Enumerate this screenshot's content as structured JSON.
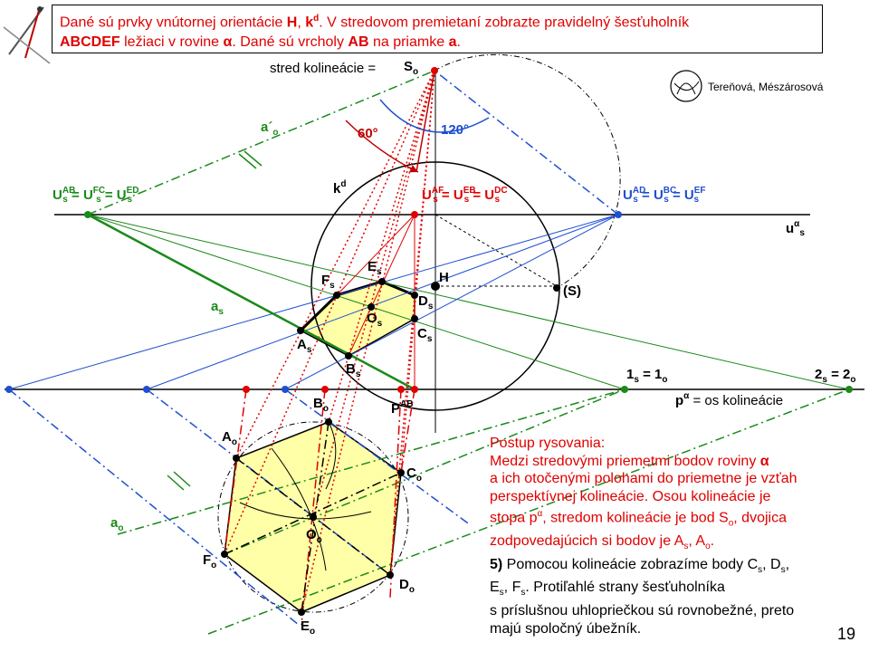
{
  "task": {
    "line1_a": "Dané sú prvky vnútornej orientácie ",
    "line1_H": "H",
    "line1_sep": ", ",
    "line1_kd": "k",
    "line1_kd_sup": "d",
    "line1_b": ". V stredovom premietaní zobrazte pravidelný šesťuholník",
    "line2_name": "ABCDEF",
    "line2_a": " ležiaci v rovine ",
    "line2_alpha": "α",
    "line2_b": ". Dané sú vrcholy ",
    "line2_AB": "AB",
    "line2_c": " na priamke ",
    "line2_a_line": "a",
    "line2_end": "."
  },
  "authors": "Tereňová,  Mészárosová",
  "labels": {
    "center_prefix": "stred kolineácie = ",
    "So": "S",
    "So_sub": "o",
    "angle60": "60°",
    "angle120": "120°",
    "a_prime_o": "a´",
    "a_prime_o_sub": "o",
    "kd": "k",
    "kd_sup": "d",
    "H": "H",
    "S_paren": "(S)",
    "u_alpha_s": "u",
    "u_alpha_s_sup": "α",
    "u_alpha_s_sub": "s",
    "U_left": "U",
    "U_left_sup": "AB",
    "U_left_sub": "s",
    "U_left_eq1": " = U",
    "U_left_sup2": "FC",
    "U_left_sub2": "s",
    "U_left_eq2": " = U",
    "U_left_sup3": "ED",
    "U_left_sub3": "s",
    "U_mid": "U",
    "U_mid_sup": "AF",
    "U_mid_sub": "s",
    "U_mid_eq1": " = U",
    "U_mid_sup2": "EB",
    "U_mid_sub2": "s",
    "U_mid_eq2": " = U",
    "U_mid_sup3": "DC",
    "U_mid_sub3": "s",
    "U_right": "U",
    "U_right_sup": "AD",
    "U_right_sub": "s",
    "U_right_eq1": " = U",
    "U_right_sup2": "BC",
    "U_right_sub2": "s",
    "U_right_eq2": " = U",
    "U_right_sup3": "EF",
    "U_right_sub3": "s",
    "As": "A",
    "Bs": "B",
    "Cs": "C",
    "Ds": "D",
    "Es": "E",
    "Fs": "F",
    "Os": "O",
    "s": "s",
    "a_s": "a",
    "one_s": "1",
    "one_eq": " = 1",
    "o": "o",
    "two_s": "2",
    "two_eq": " = 2",
    "P_AB": "P",
    "P_AB_sup": "AB",
    "p_alpha": "p",
    "p_alpha_sup": "α",
    "p_alpha_rest": " = os kolineácie",
    "Ao": "A",
    "Bo": "B",
    "Co": "C",
    "Do": "D",
    "Eo": "E",
    "Fo": "F",
    "Oo": "O",
    "a_o": "a"
  },
  "procedure": {
    "title": "Postup rysovania:",
    "p1": "Medzi stredovými priemetmi bodov roviny ",
    "p1_alpha": "α",
    "p2": "a ich otočenými polohami do priemetne je vzťah",
    "p3": "perspektívnej kolineácie. Osou kolineácie je",
    "p4_a": "stopa p",
    "p4_alpha": "α",
    "p4_b": ", stredom kolineácie je bod S",
    "p4_sub": "o",
    "p4_c": ", dvojica",
    "p5_a": "zodpovedajúcich si bodov je A",
    "p5_s": "s",
    "p5_b": ", A",
    "p5_o": "o",
    "p5_c": ".",
    "p6_num": "5)",
    "p6_a": " Pomocou kolineácie zobrazíme body C",
    "p6_b": ", D",
    "p6_c": ",",
    "p7_a": "E",
    "p7_b": ", F",
    "p7_c": ". Protiľahlé strany šesťuholníka",
    "p8": "s príslušnou uhlopriečkou sú rovnobežné, preto",
    "p9": "majú spoločný úbežník.",
    "s": "s"
  },
  "page_number": "19",
  "colors": {
    "red": "#e00000",
    "green": "#1a8a1a",
    "blue": "#1f4fd0",
    "fill": "#ffffa8",
    "black": "#000000"
  }
}
